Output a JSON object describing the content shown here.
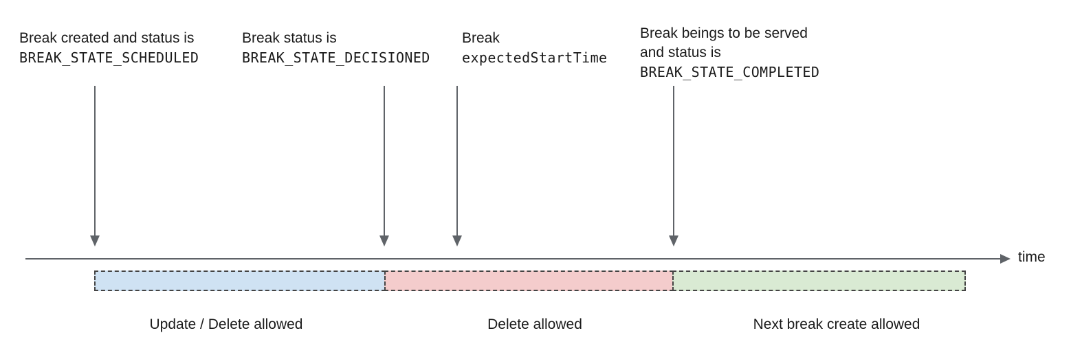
{
  "colors": {
    "background": "#ffffff",
    "text": "#1b1b1b",
    "arrow_gray": "#5f6368",
    "segment_border": "#434343"
  },
  "annotations": [
    {
      "line1": "Break created and status is",
      "code": "BREAK_STATE_SCHEDULED"
    },
    {
      "line1": "Break status is",
      "code": "BREAK_STATE_DECISIONED"
    },
    {
      "line1": "Break",
      "code": "expectedStartTime"
    },
    {
      "line1": "Break beings to be served",
      "line2": "and status is",
      "code": "BREAK_STATE_COMPLETED"
    }
  ],
  "timeline": {
    "axis_label": "time"
  },
  "segments": [
    {
      "label": "Update / Delete allowed",
      "fill": "#cfe2f3"
    },
    {
      "label": "Delete allowed",
      "fill": "#f4cccc"
    },
    {
      "label": "Next break create allowed",
      "fill": "#d9ead3"
    }
  ]
}
